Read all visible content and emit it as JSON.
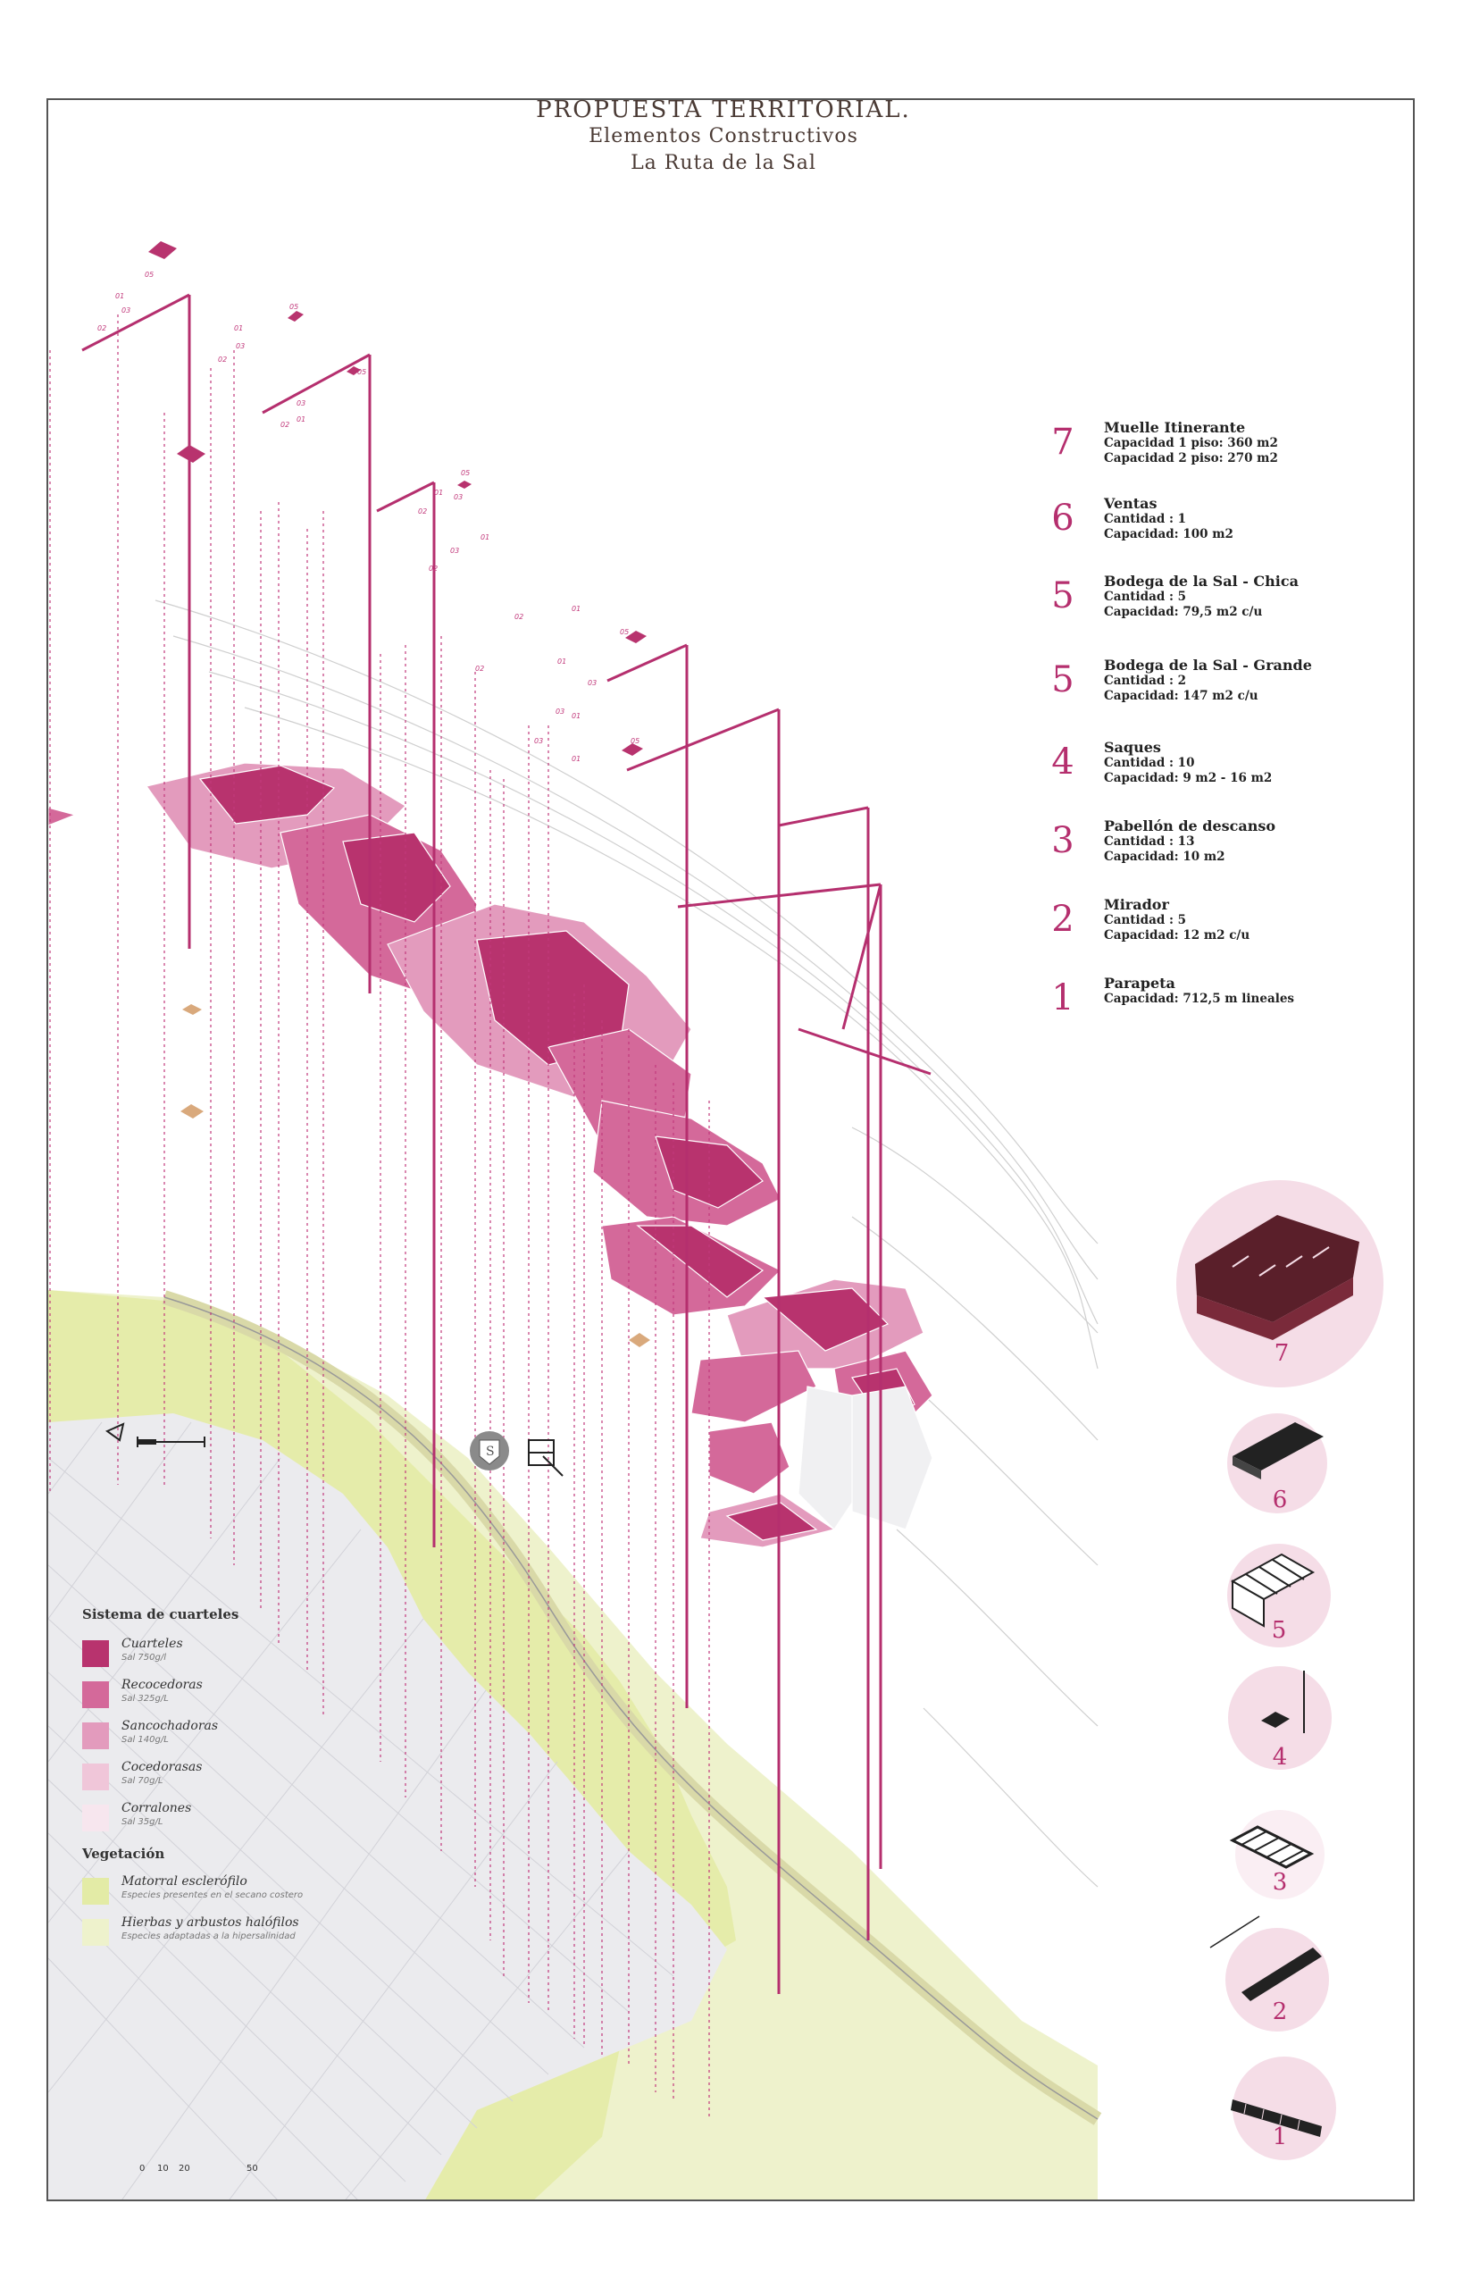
{
  "title": {
    "main": "PROPUESTA TERRITORIAL.",
    "line2": "Elementos Constructivos",
    "line3": "La Ruta de la Sal"
  },
  "elements": [
    {
      "num": "7",
      "name": "Muelle Itinerante",
      "lines": [
        "Capacidad 1 piso: 360 m2",
        "Capacidad 2 piso: 270 m2"
      ]
    },
    {
      "num": "6",
      "name": "Ventas",
      "lines": [
        "Cantidad : 1",
        "Capacidad: 100 m2"
      ]
    },
    {
      "num": "5",
      "name": "Bodega de la Sal - Chica",
      "lines": [
        "Cantidad : 5",
        "Capacidad: 79,5 m2 c/u"
      ]
    },
    {
      "num": "5",
      "name": "Bodega de la Sal - Grande",
      "lines": [
        "Cantidad : 2",
        "Capacidad: 147 m2 c/u"
      ]
    },
    {
      "num": "4",
      "name": "Saques",
      "lines": [
        "Cantidad : 10",
        "Capacidad: 9 m2 - 16 m2"
      ]
    },
    {
      "num": "3",
      "name": "Pabellón de descanso",
      "lines": [
        "Cantidad : 13",
        "Capacidad: 10 m2"
      ]
    },
    {
      "num": "2",
      "name": "Mirador",
      "lines": [
        "Cantidad : 5",
        "Capacidad: 12 m2 c/u"
      ]
    },
    {
      "num": "1",
      "name": "Parapeta",
      "lines": [
        "Capacidad: 712,5 m lineales"
      ]
    }
  ],
  "legend": {
    "cuarteles_heading": "Sistema de cuarteles",
    "cuarteles": [
      {
        "name": "Cuarteles",
        "sub": "Sal 750g/l",
        "color": "#b8336e"
      },
      {
        "name": "Recocedoras",
        "sub": "Sal 325g/L",
        "color": "#d4699a"
      },
      {
        "name": "Sancochadoras",
        "sub": "Sal 140g/L",
        "color": "#e39bbd"
      },
      {
        "name": "Cocedorasas",
        "sub": "Sal 70g/L",
        "color": "#f0c6d9"
      },
      {
        "name": "Corralones",
        "sub": "Sal 35g/L",
        "color": "#f7e6ee"
      }
    ],
    "vegetation_heading": "Vegetación",
    "vegetation": [
      {
        "name": "Matorral esclerófilo",
        "sub": "Especies presentes en el secano costero",
        "color": "#e3eba6"
      },
      {
        "name": "Hierbas y arbustos halófilos",
        "sub": "Especies adaptadas a la hipersalinidad",
        "color": "#eef2cc"
      }
    ]
  },
  "thumbnails": [
    "7",
    "6",
    "5",
    "4",
    "3",
    "2",
    "1"
  ],
  "scale_bar": {
    "ticks": [
      "0",
      "10",
      "20",
      "50"
    ]
  },
  "element_tags": [
    "01",
    "02",
    "03",
    "05"
  ],
  "colors": {
    "accent": "#b52f6e",
    "text": "#3a2a2a",
    "border": "#555555"
  }
}
